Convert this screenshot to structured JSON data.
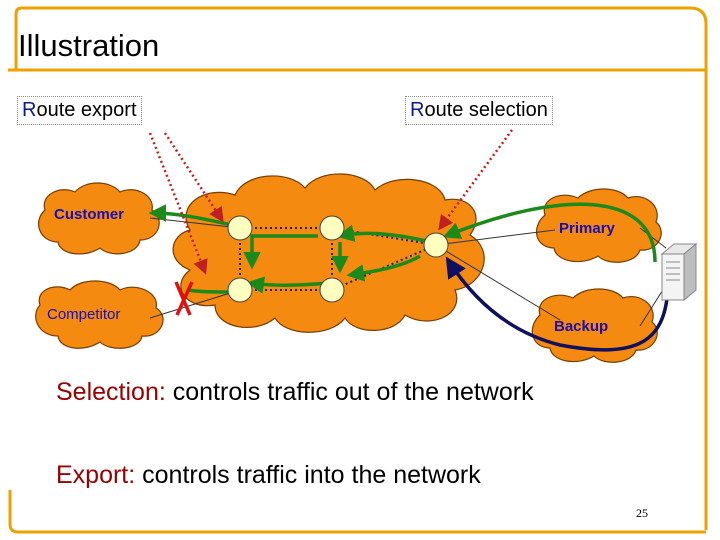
{
  "title": "Illustration",
  "route_export": {
    "first": "R",
    "rest": "oute export"
  },
  "route_selection": {
    "first": "R",
    "rest": "oute selection"
  },
  "clouds": {
    "customer": "Customer",
    "competitor": "Competitor",
    "primary": "Primary",
    "backup": "Backup"
  },
  "bullets": {
    "selection_key": "Selection:",
    "selection_text": " controls traffic out of the network",
    "export_key": "Export:",
    "export_text": " controls traffic into the network"
  },
  "page_number": "25",
  "colors": {
    "frame": "#f0a000",
    "cloud": "#f58a10",
    "green_route": "#1a8a1a",
    "backup_route": "#101060",
    "export_arrow": "#c02020",
    "key_text": "#9a0000",
    "cloud_label": "#1a0fb0"
  },
  "icons": [
    "server-icon",
    "blocked-x-icon"
  ]
}
